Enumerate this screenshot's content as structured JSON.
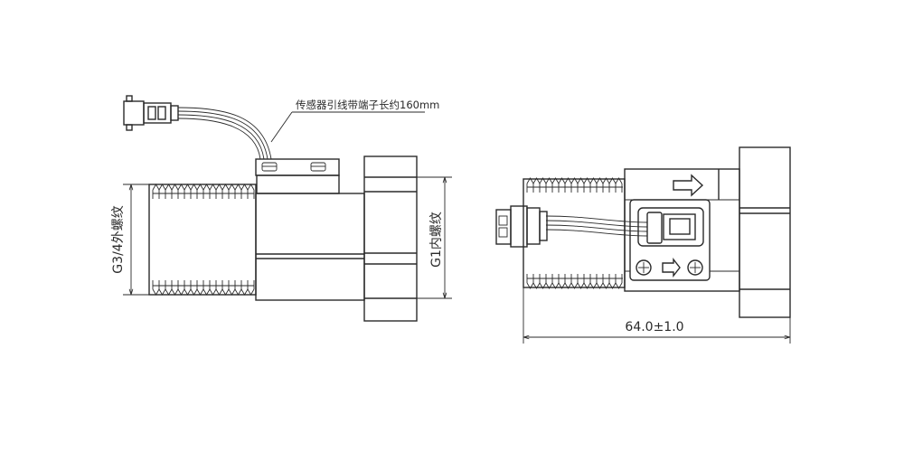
{
  "labels": {
    "lead_wire_note": "传感器引线带端子长约160mm",
    "outer_thread": "G3/4外螺纹",
    "inner_thread": "G1内螺纹",
    "length_dimension": "64.0±1.0"
  },
  "colors": {
    "line": "#2a2a2a",
    "background": "#ffffff"
  }
}
